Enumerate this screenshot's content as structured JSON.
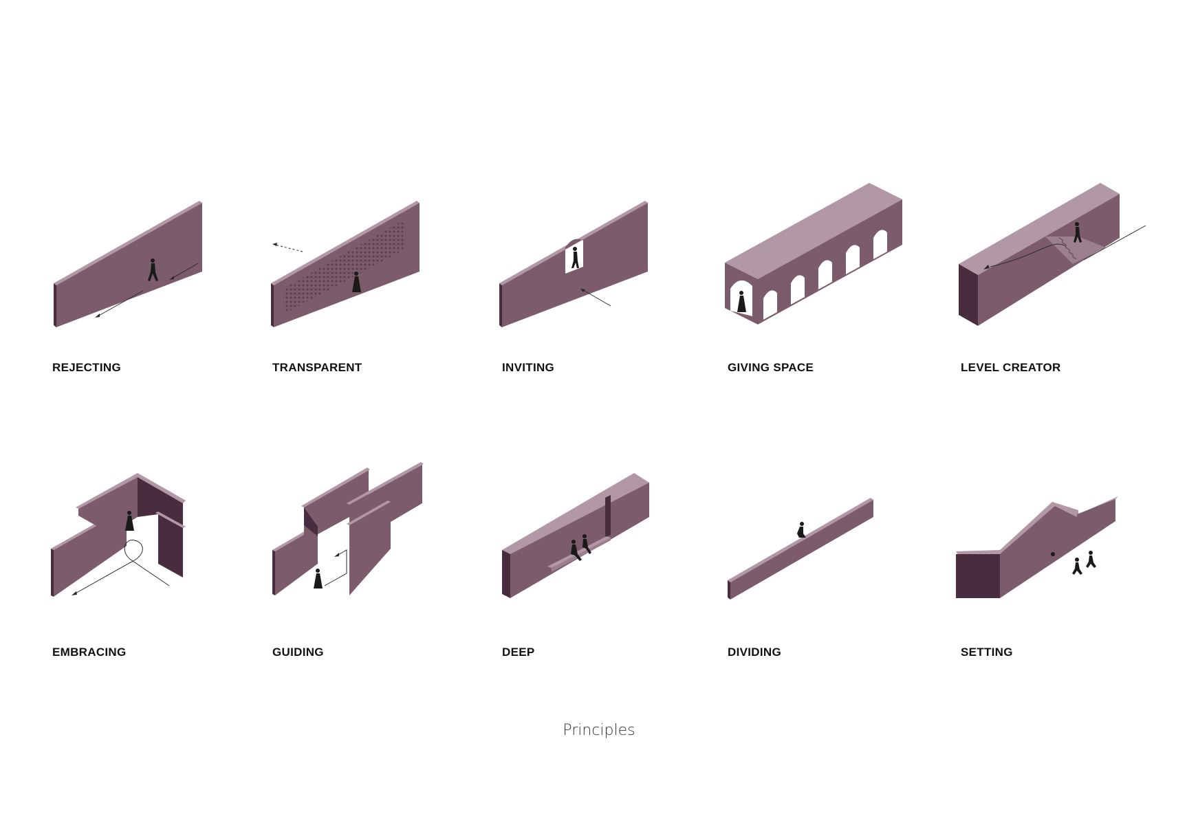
{
  "principles": [
    {
      "id": "rejecting",
      "label": "REJECTING"
    },
    {
      "id": "transparent",
      "label": "TRANSPARENT"
    },
    {
      "id": "inviting",
      "label": "INVITING"
    },
    {
      "id": "giving-space",
      "label": "GIVING SPACE"
    },
    {
      "id": "level-creator",
      "label": "LEVEL CREATOR"
    },
    {
      "id": "embracing",
      "label": "EMBRACING"
    },
    {
      "id": "guiding",
      "label": "GUIDING"
    },
    {
      "id": "deep",
      "label": "DEEP"
    },
    {
      "id": "dividing",
      "label": "DIVIDING"
    },
    {
      "id": "setting",
      "label": "SETTING"
    }
  ],
  "caption": "Principles",
  "colors": {
    "top": "#b297a5",
    "front": "#7c5b6b",
    "side": "#482d3f",
    "figure": "#1a1a1a",
    "line": "#2a2a2a"
  }
}
